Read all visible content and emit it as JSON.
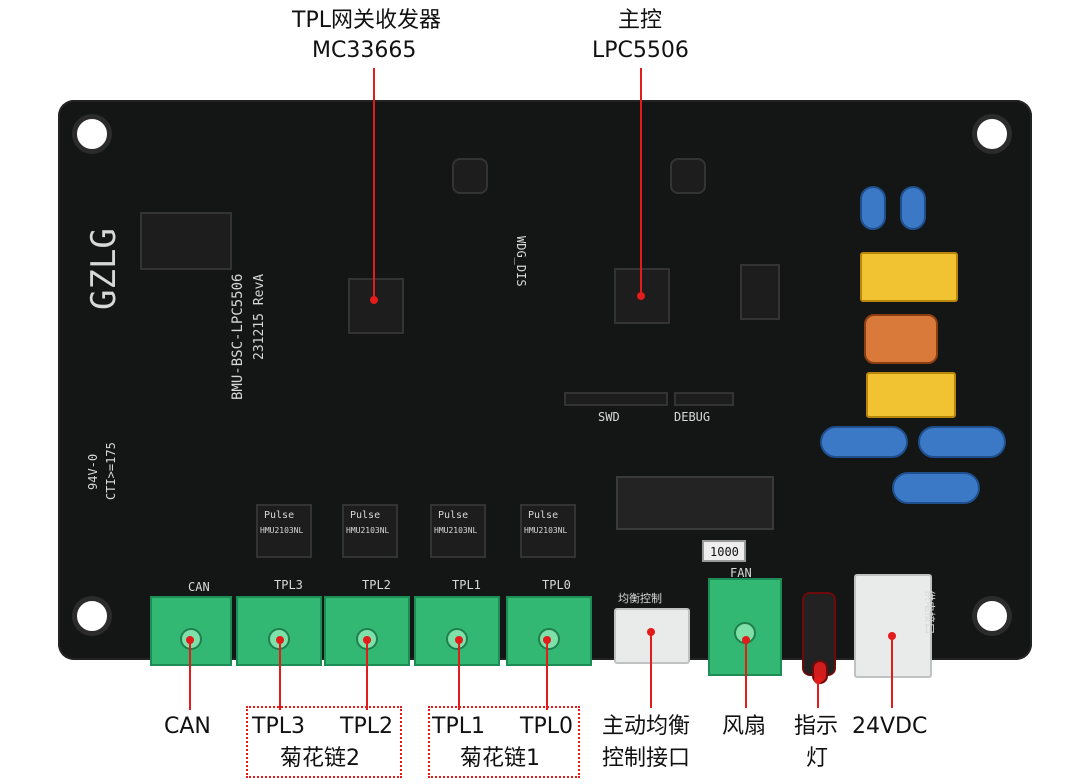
{
  "top_labels": {
    "tpl": {
      "line1": "TPL网关收发器",
      "line2": "MC33665"
    },
    "mcu": {
      "line1": "主控",
      "line2": "LPC5506"
    }
  },
  "board": {
    "silk_model": "BMU-BSC-LPC5506",
    "silk_date_rev": "231215 RevA",
    "silk_logo": "GZLG",
    "silk_rating": "94V-0",
    "silk_cti": "CTI>=175",
    "silk_swd": "SWD",
    "silk_debug": "DEBUG",
    "silk_wdg": "WDG_DIS",
    "silk_fan": "FAN",
    "silk_can": "CAN",
    "silk_tpl3": "TPL3",
    "silk_tpl2": "TPL2",
    "silk_tpl1": "TPL1",
    "silk_tpl0": "TPL0",
    "pulse_text": "Pulse",
    "pulse_part": "HMU2103NL",
    "balance_cn": "均衡控制",
    "power_cn": "供电接口",
    "resistor_text": "1000"
  },
  "bottom_labels": {
    "can": "CAN",
    "tpl3": "TPL3",
    "tpl2": "TPL2",
    "tpl1": "TPL1",
    "tpl0": "TPL0",
    "chain2": "菊花链2",
    "chain1": "菊花链1",
    "balance": {
      "line1": "主动均衡",
      "line2": "控制接口"
    },
    "fan": "风扇",
    "indicator": {
      "line1": "指示",
      "line2": "灯"
    },
    "power": "24VDC"
  }
}
